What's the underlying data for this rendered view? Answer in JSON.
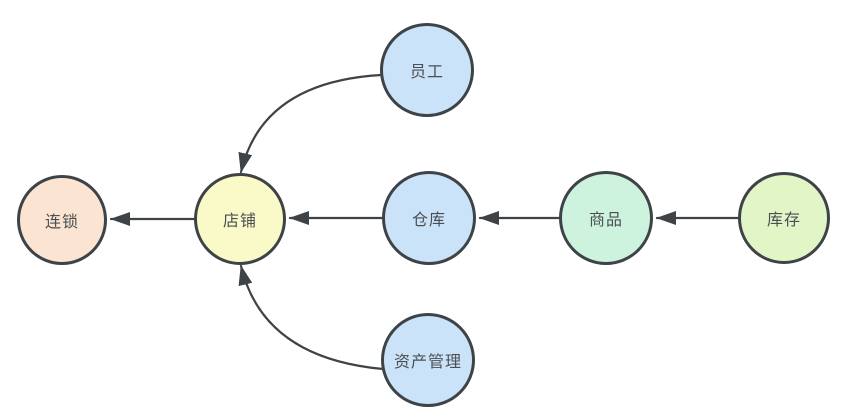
{
  "diagram": {
    "background_color": "#ffffff",
    "stroke_color": "#3e4347",
    "text_color": "#4a4f54",
    "nodes": [
      {
        "id": "liansuo",
        "label": "连锁",
        "fill": "#fbe5d2"
      },
      {
        "id": "dianpu",
        "label": "店铺",
        "fill": "#fafac9"
      },
      {
        "id": "yuangong",
        "label": "员工",
        "fill": "#cbe3f9"
      },
      {
        "id": "cangku",
        "label": "仓库",
        "fill": "#cbe3f9"
      },
      {
        "id": "shangpin",
        "label": "商品",
        "fill": "#cdf2dd"
      },
      {
        "id": "kucun",
        "label": "库存",
        "fill": "#e2f5c7"
      },
      {
        "id": "zichan",
        "label": "资产管理",
        "fill": "#cbe3f9"
      }
    ],
    "edges": [
      {
        "from": "店铺",
        "to": "连锁",
        "style": "straight"
      },
      {
        "from": "仓库",
        "to": "店铺",
        "style": "straight"
      },
      {
        "from": "商品",
        "to": "仓库",
        "style": "straight"
      },
      {
        "from": "库存",
        "to": "商品",
        "style": "straight"
      },
      {
        "from": "员工",
        "to": "店铺",
        "style": "curved"
      },
      {
        "from": "资产管理",
        "to": "店铺",
        "style": "curved"
      }
    ]
  }
}
